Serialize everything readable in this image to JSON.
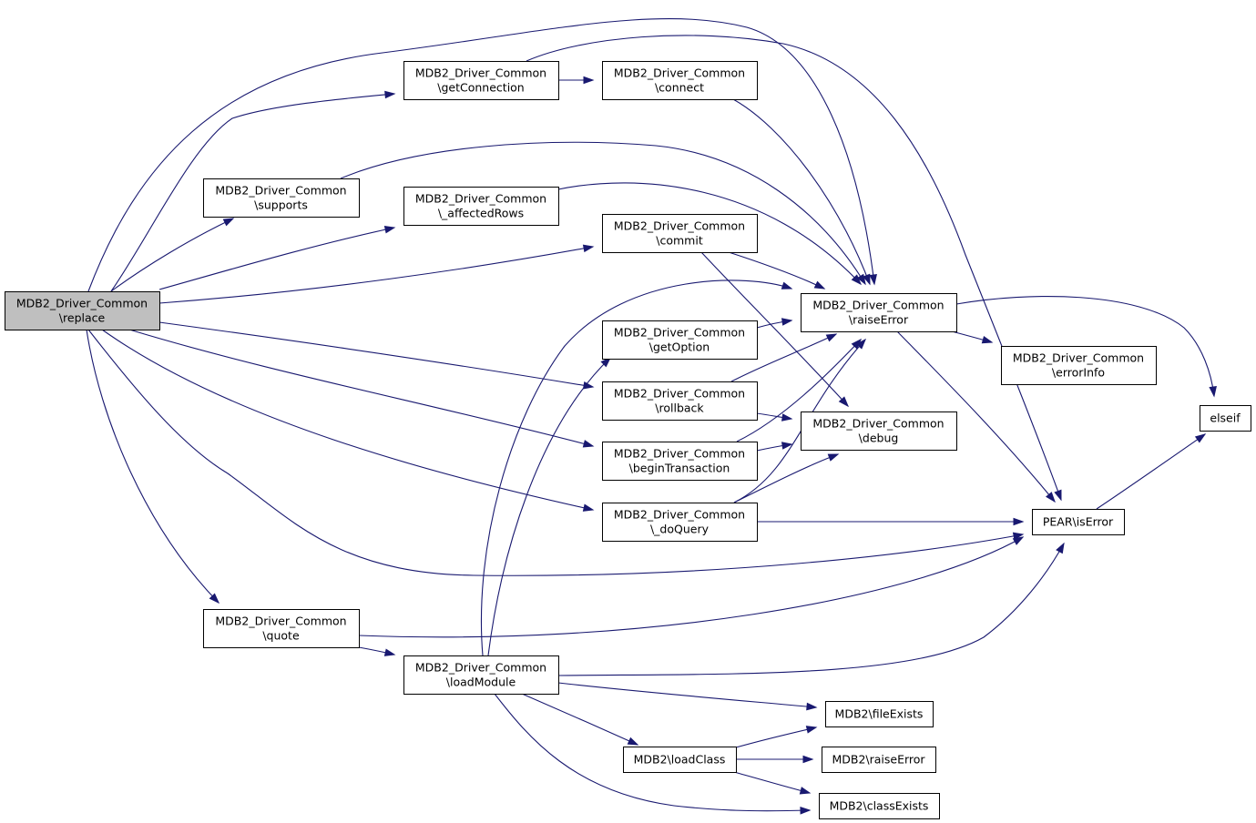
{
  "graph": {
    "nodes": [
      {
        "id": "replace",
        "lines": [
          "MDB2_Driver_Common",
          "\\replace"
        ],
        "root": true
      },
      {
        "id": "getConnection",
        "lines": [
          "MDB2_Driver_Common",
          "\\getConnection"
        ]
      },
      {
        "id": "connect",
        "lines": [
          "MDB2_Driver_Common",
          "\\connect"
        ]
      },
      {
        "id": "supports",
        "lines": [
          "MDB2_Driver_Common",
          "\\supports"
        ]
      },
      {
        "id": "affectedRows",
        "lines": [
          "MDB2_Driver_Common",
          "\\_affectedRows"
        ]
      },
      {
        "id": "commit",
        "lines": [
          "MDB2_Driver_Common",
          "\\commit"
        ]
      },
      {
        "id": "raiseError",
        "lines": [
          "MDB2_Driver_Common",
          "\\raiseError"
        ]
      },
      {
        "id": "getOption",
        "lines": [
          "MDB2_Driver_Common",
          "\\getOption"
        ]
      },
      {
        "id": "rollback",
        "lines": [
          "MDB2_Driver_Common",
          "\\rollback"
        ]
      },
      {
        "id": "debug",
        "lines": [
          "MDB2_Driver_Common",
          "\\debug"
        ]
      },
      {
        "id": "beginTransaction",
        "lines": [
          "MDB2_Driver_Common",
          "\\beginTransaction"
        ]
      },
      {
        "id": "doQuery",
        "lines": [
          "MDB2_Driver_Common",
          "\\_doQuery"
        ]
      },
      {
        "id": "errorInfo",
        "lines": [
          "MDB2_Driver_Common",
          "\\errorInfo"
        ]
      },
      {
        "id": "elseif",
        "lines": [
          "elseif"
        ]
      },
      {
        "id": "isError",
        "lines": [
          "PEAR\\isError"
        ]
      },
      {
        "id": "quote",
        "lines": [
          "MDB2_Driver_Common",
          "\\quote"
        ]
      },
      {
        "id": "loadModule",
        "lines": [
          "MDB2_Driver_Common",
          "\\loadModule"
        ]
      },
      {
        "id": "fileExists",
        "lines": [
          "MDB2\\fileExists"
        ]
      },
      {
        "id": "loadClass",
        "lines": [
          "MDB2\\loadClass"
        ]
      },
      {
        "id": "mdb2RaiseError",
        "lines": [
          "MDB2\\raiseError"
        ]
      },
      {
        "id": "classExists",
        "lines": [
          "MDB2\\classExists"
        ]
      }
    ],
    "edges": [
      {
        "from": "replace",
        "to": "getConnection"
      },
      {
        "from": "replace",
        "to": "raiseError"
      },
      {
        "from": "replace",
        "to": "supports"
      },
      {
        "from": "replace",
        "to": "affectedRows"
      },
      {
        "from": "replace",
        "to": "commit"
      },
      {
        "from": "replace",
        "to": "rollback"
      },
      {
        "from": "replace",
        "to": "beginTransaction"
      },
      {
        "from": "replace",
        "to": "doQuery"
      },
      {
        "from": "replace",
        "to": "isError"
      },
      {
        "from": "replace",
        "to": "quote"
      },
      {
        "from": "getConnection",
        "to": "connect"
      },
      {
        "from": "getConnection",
        "to": "isError"
      },
      {
        "from": "connect",
        "to": "raiseError"
      },
      {
        "from": "supports",
        "to": "raiseError"
      },
      {
        "from": "affectedRows",
        "to": "raiseError"
      },
      {
        "from": "commit",
        "to": "raiseError"
      },
      {
        "from": "commit",
        "to": "debug"
      },
      {
        "from": "getOption",
        "to": "raiseError"
      },
      {
        "from": "rollback",
        "to": "raiseError"
      },
      {
        "from": "rollback",
        "to": "debug"
      },
      {
        "from": "beginTransaction",
        "to": "raiseError"
      },
      {
        "from": "beginTransaction",
        "to": "debug"
      },
      {
        "from": "doQuery",
        "to": "raiseError"
      },
      {
        "from": "doQuery",
        "to": "debug"
      },
      {
        "from": "doQuery",
        "to": "isError"
      },
      {
        "from": "raiseError",
        "to": "errorInfo"
      },
      {
        "from": "raiseError",
        "to": "elseif"
      },
      {
        "from": "raiseError",
        "to": "isError"
      },
      {
        "from": "isError",
        "to": "elseif"
      },
      {
        "from": "quote",
        "to": "isError"
      },
      {
        "from": "quote",
        "to": "loadModule"
      },
      {
        "from": "loadModule",
        "to": "raiseError"
      },
      {
        "from": "loadModule",
        "to": "getOption"
      },
      {
        "from": "loadModule",
        "to": "isError"
      },
      {
        "from": "loadModule",
        "to": "fileExists"
      },
      {
        "from": "loadModule",
        "to": "loadClass"
      },
      {
        "from": "loadModule",
        "to": "classExists"
      },
      {
        "from": "loadClass",
        "to": "fileExists"
      },
      {
        "from": "loadClass",
        "to": "mdb2RaiseError"
      },
      {
        "from": "loadClass",
        "to": "classExists"
      }
    ]
  }
}
